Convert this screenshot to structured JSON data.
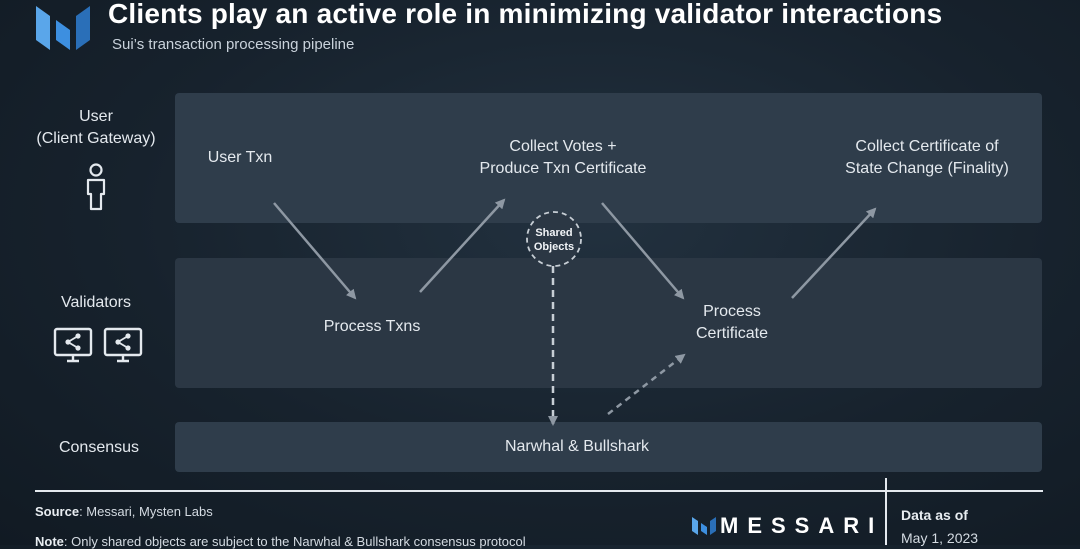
{
  "header": {
    "title": "Clients play an active role in minimizing validator interactions",
    "subtitle": "Sui’s transaction processing pipeline"
  },
  "rows": {
    "user_line1": "User",
    "user_line2": "(Client Gateway)",
    "validators": "Validators",
    "consensus": "Consensus"
  },
  "nodes": {
    "user_txn": "User Txn",
    "collect_votes_line1": "Collect Votes +",
    "collect_votes_line2": "Produce Txn Certificate",
    "collect_cert_line1": "Collect Certificate of",
    "collect_cert_line2": "State Change (Finality)",
    "process_txns": "Process Txns",
    "process_cert_line1": "Process",
    "process_cert_line2": "Certificate",
    "narwhal": "Narwhal & Bullshark",
    "shared_line1": "Shared",
    "shared_line2": "Objects"
  },
  "icons": [
    "messari-logo-icon",
    "person-icon",
    "monitor-share-icon"
  ],
  "footer": {
    "source_label": "Source",
    "source_text": ":  Messari, Mysten Labs",
    "note_label": "Note",
    "note_text": ": Only shared objects are subject to the Narwhal & Bullshark consensus protocol",
    "brand": "MESSARI",
    "asof_label": "Data as of",
    "asof_date": "May 1, 2023"
  },
  "colors": {
    "background": "#17222d",
    "lane": "#2f3d4b",
    "arrow": "#8e98a3",
    "logo_blue": "#3d8fe0"
  }
}
